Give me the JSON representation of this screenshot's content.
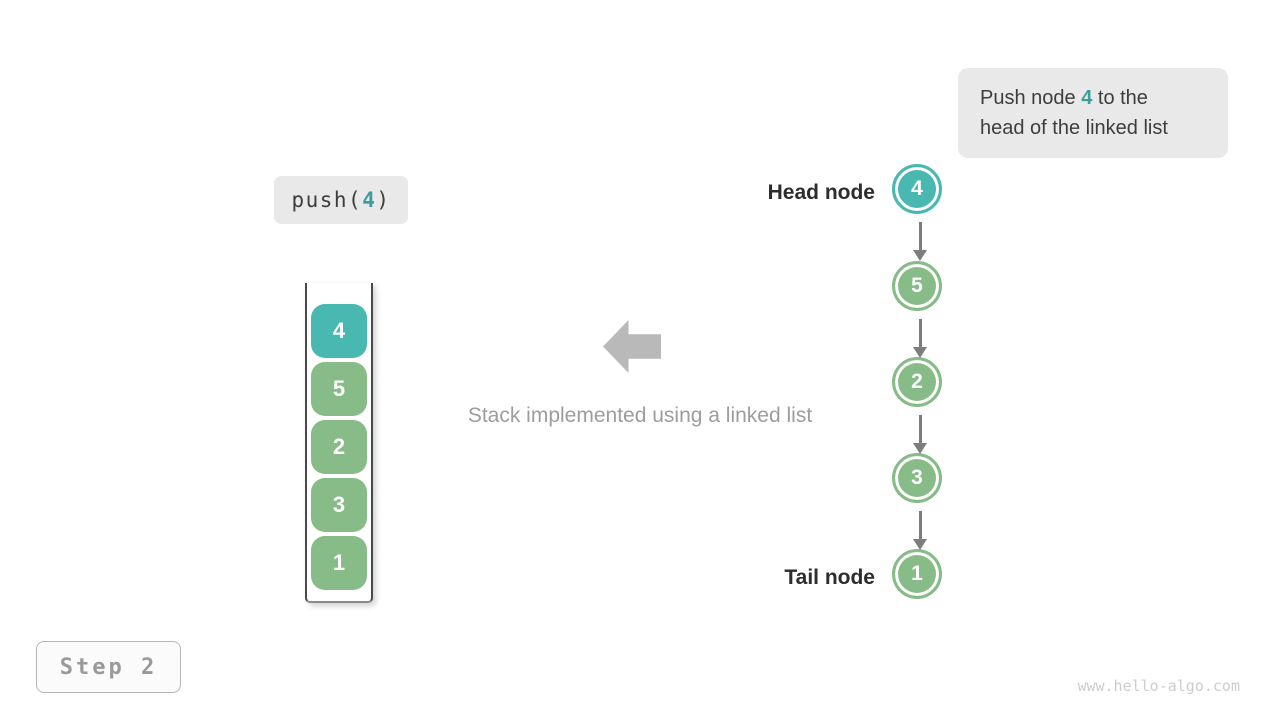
{
  "palette": {
    "teal": "#48b8b0",
    "teal_text": "#3a9e9b",
    "green": "#87bb87",
    "note_bg": "#e9e9e9",
    "dark_text": "#3d3d3d",
    "label_text": "#2d2d2d",
    "muted_text": "#9d9d9d",
    "block_arrow": "#b9b9b9",
    "arrow_gray": "#7d7d7d",
    "container_border": "#4a4a4a",
    "step_text": "#9a9a9a",
    "step_border": "#b5b5b5",
    "step_bg": "#fbfbfb",
    "watermark_text": "#cdcdcd"
  },
  "callout": {
    "line1_before": "Push node ",
    "line1_value": "4",
    "line1_after": " to the",
    "line2": "head of the linked list"
  },
  "operation": {
    "prefix": "push(",
    "value": "4",
    "suffix": ")"
  },
  "stack": {
    "items": [
      {
        "value": "4",
        "type": "teal"
      },
      {
        "value": "5",
        "type": "green"
      },
      {
        "value": "2",
        "type": "green"
      },
      {
        "value": "3",
        "type": "green"
      },
      {
        "value": "1",
        "type": "green"
      }
    ]
  },
  "linked_list": {
    "head_label": "Head node",
    "tail_label": "Tail node",
    "nodes": [
      {
        "value": "4",
        "type": "teal"
      },
      {
        "value": "5",
        "type": "green"
      },
      {
        "value": "2",
        "type": "green"
      },
      {
        "value": "3",
        "type": "green"
      },
      {
        "value": "1",
        "type": "green"
      }
    ]
  },
  "caption": "Stack implemented using a linked list",
  "step_badge": "Step 2",
  "watermark": "www.hello-algo.com"
}
